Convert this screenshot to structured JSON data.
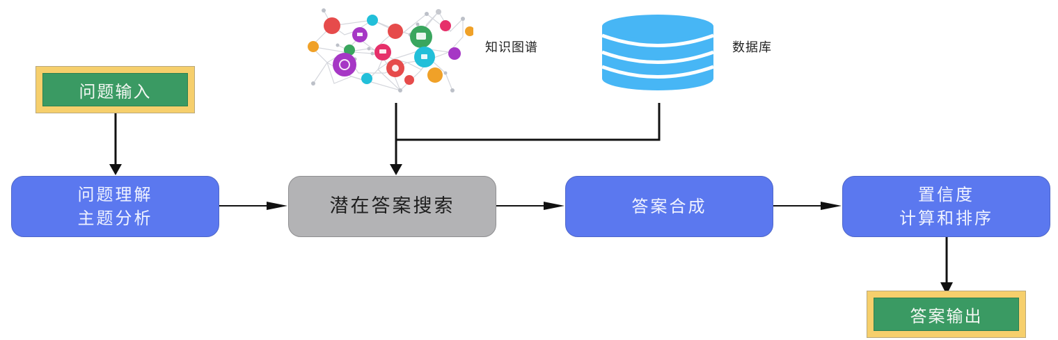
{
  "diagram": {
    "nodes": {
      "input": {
        "label": "问题输入",
        "type": "terminal"
      },
      "understand": {
        "line1": "问题理解",
        "line2": "主题分析",
        "type": "process"
      },
      "search": {
        "label": "潜在答案搜索",
        "type": "process"
      },
      "synthesis": {
        "label": "答案合成",
        "type": "process"
      },
      "ranking": {
        "line1": "置信度",
        "line2": "计算和排序",
        "type": "process"
      },
      "output": {
        "label": "答案输出",
        "type": "terminal"
      }
    },
    "sources": {
      "knowledge_graph": {
        "label": "知识图谱",
        "icon": "knowledge-graph-icon"
      },
      "database": {
        "label": "数据库",
        "icon": "database-icon"
      }
    },
    "edges": [
      {
        "from": "input",
        "to": "understand"
      },
      {
        "from": "understand",
        "to": "search"
      },
      {
        "from": "knowledge_graph",
        "to": "search"
      },
      {
        "from": "database",
        "to": "search"
      },
      {
        "from": "search",
        "to": "synthesis"
      },
      {
        "from": "synthesis",
        "to": "ranking"
      },
      {
        "from": "ranking",
        "to": "output"
      }
    ],
    "colors": {
      "process_blue": "#5b78ef",
      "process_gray": "#b3b3b5",
      "terminal_green": "#3a9a63",
      "terminal_border": "#f6cf6c",
      "database_blue": "#47b6f5"
    }
  }
}
